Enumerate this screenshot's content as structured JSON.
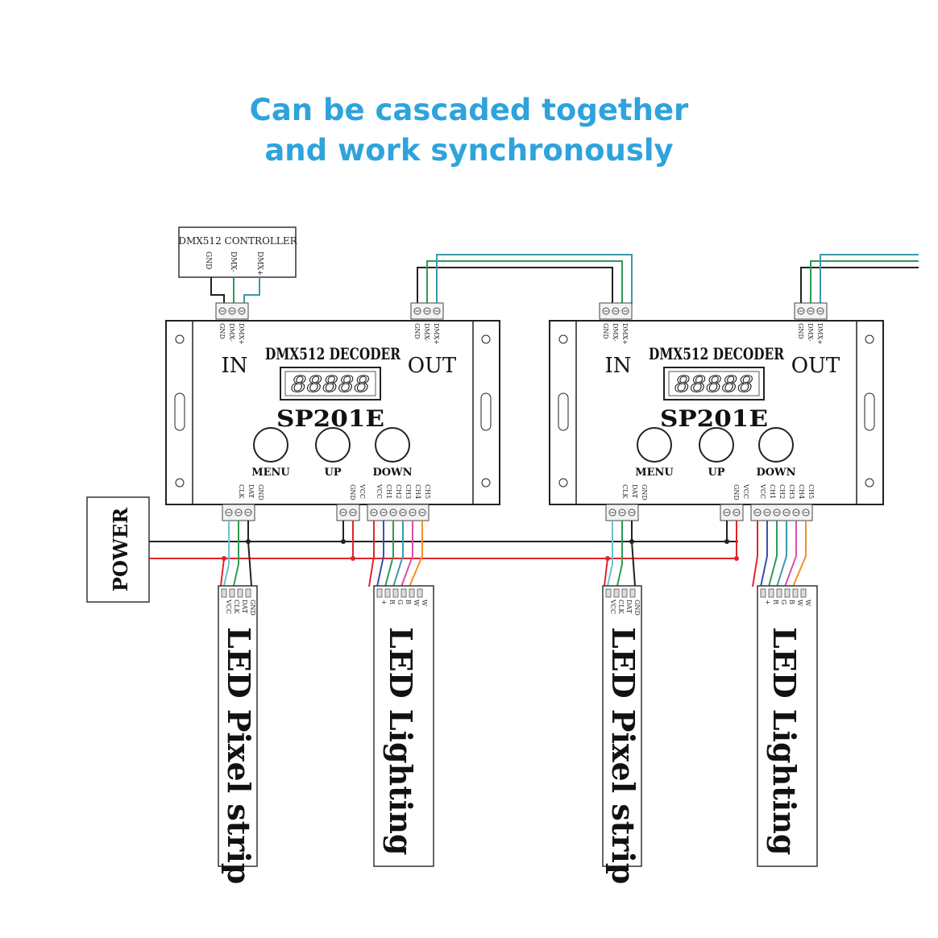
{
  "headline": {
    "line1": "Can be cascaded together",
    "line2": "and work synchronously"
  },
  "controller": {
    "title": "DMX512 CONTROLLER",
    "pins": [
      "GND",
      "DMX-",
      "DMX+"
    ]
  },
  "power_label": "POWER",
  "decoder": {
    "title": "DMX512 DECODER",
    "model": "SP201E",
    "display_digits": "88888",
    "in_label": "IN",
    "out_label": "OUT",
    "buttons": [
      "MENU",
      "UP",
      "DOWN"
    ],
    "dmx_pins": [
      "GND",
      "DMX-",
      "DMX+"
    ],
    "pixel_pins": [
      "CLK",
      "DAT",
      "GND"
    ],
    "power_pins": [
      "GND",
      "VCC"
    ],
    "rgb_pins": [
      "VCC",
      "CH1",
      "CH2",
      "CH3",
      "CH4",
      "CH5"
    ]
  },
  "strips": {
    "pixel_label": "LED Pixel strip",
    "pixel_pins": [
      "VCC",
      "CLK",
      "DAT",
      "GND"
    ],
    "lighting_label": "LED Lighting",
    "lighting_pins": [
      "+",
      "R",
      "G",
      "B",
      "W",
      "W"
    ]
  },
  "colors": {
    "headline": "#2ea3dc",
    "wire_black": "#222222",
    "wire_red": "#e0242b",
    "wire_teal": "#3a9aa8",
    "wire_green": "#2e9a55",
    "wire_cyan": "#6cc1d6",
    "wire_blue": "#3b4fb0",
    "wire_pink": "#d84fa8",
    "wire_orange": "#f0902a"
  }
}
